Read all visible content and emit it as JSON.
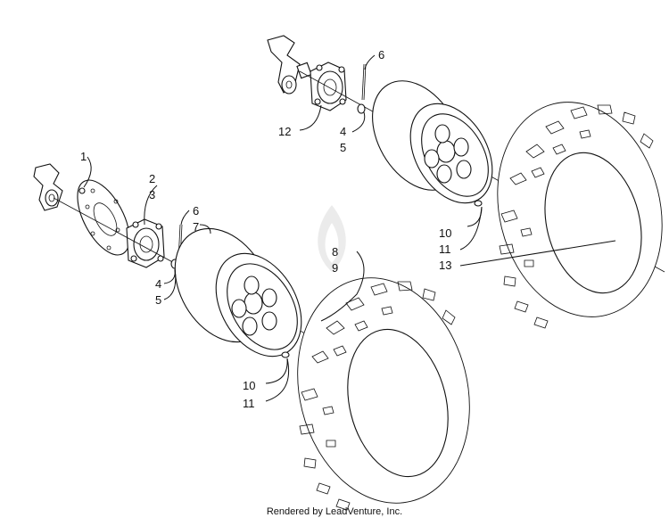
{
  "callouts": {
    "lower": {
      "c1": "1",
      "c2": "2",
      "c3": "3",
      "c4": "4",
      "c5": "5",
      "c6": "6",
      "c7": "7",
      "c8": "8",
      "c9": "9",
      "c10": "10",
      "c11": "11"
    },
    "upper": {
      "c4": "4",
      "c5": "5",
      "c6": "6",
      "c10": "10",
      "c11": "11",
      "c12": "12",
      "c13": "13"
    }
  },
  "footer_text": "Rendered by LeadVenture, Inc."
}
